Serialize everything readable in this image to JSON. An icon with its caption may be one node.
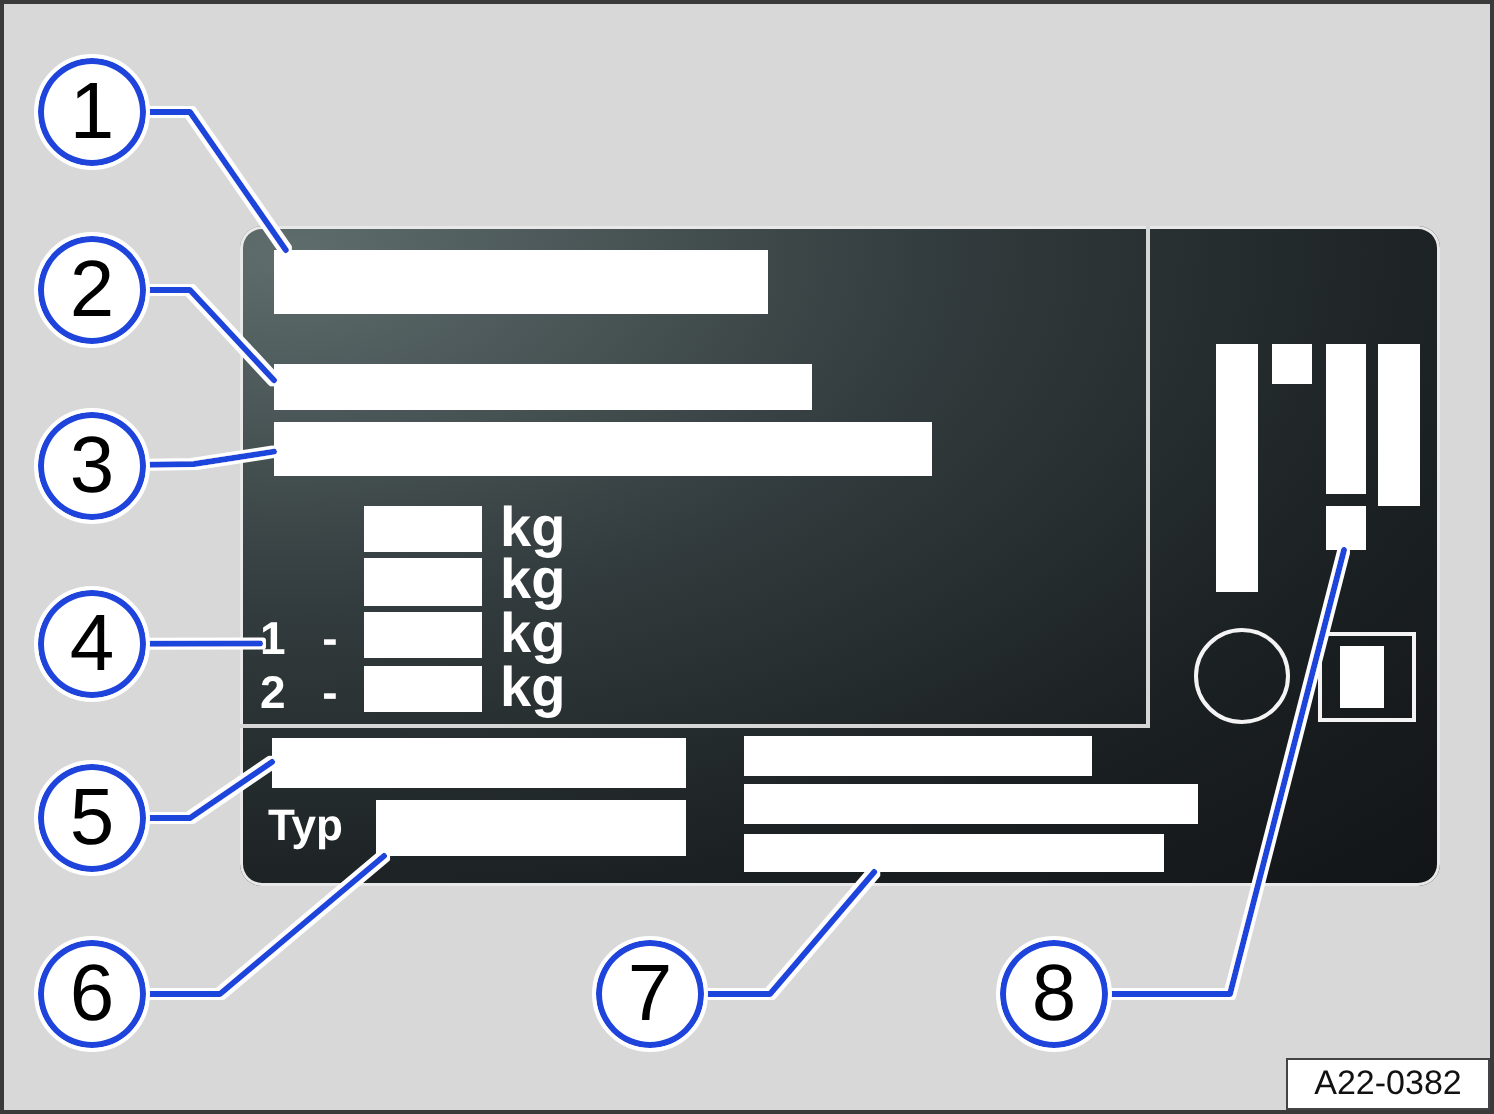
{
  "diagram": {
    "nodes": [
      {
        "text": [
          "kg",
          "kg",
          "kg",
          "2 -",
          "kg",
          "Typ"
        ]
      },
      {
        "text": [],
        "shape": "bar",
        "in": 0
      },
      {
        "text": [],
        "shape": "bar",
        "in": 0
      },
      {
        "text": [],
        "shape": "bar",
        "in": 0
      },
      {
        "text": [],
        "shape": "bar",
        "in": 0
      },
      {
        "text": [],
        "shape": "bar",
        "in": 0
      },
      {
        "text": [
          "1 -"
        ],
        "in": 0
      },
      {
        "text": [],
        "shape": "bar",
        "in": 0
      },
      {
        "text": [],
        "shape": "bar",
        "in": 0
      },
      {
        "text": [],
        "shape": "bar",
        "in": 0
      },
      {
        "text": [],
        "shape": "bar",
        "in": 0
      },
      {
        "text": [],
        "shape": "bar",
        "in": 0
      },
      {
        "text": [],
        "shape": "bar",
        "in": 0
      },
      {
        "text": [],
        "shape": "bar",
        "in": 0
      },
      {
        "text": [],
        "shape": "bar",
        "in": 0
      },
      {
        "text": [],
        "shape": "bar",
        "in": 0
      },
      {
        "text": [],
        "shape": "bar",
        "in": 0
      },
      {
        "text": [],
        "shape": "bar",
        "in": 0
      },
      {
        "text": [],
        "shape": "bar",
        "in": 0
      },
      {
        "text": [
          "1"
        ]
      },
      {
        "text": [
          "2"
        ]
      },
      {
        "text": [
          "3"
        ]
      },
      {
        "text": [
          "4"
        ]
      },
      {
        "text": [
          "5"
        ]
      },
      {
        "text": [
          "6"
        ]
      },
      {
        "text": [
          "7"
        ]
      },
      {
        "text": [
          "8"
        ]
      }
    ],
    "edges": [
      {
        "from": 19,
        "to": 1,
        "arrow": "none"
      },
      {
        "from": 20,
        "to": 2,
        "arrow": "none"
      },
      {
        "from": 21,
        "to": 3,
        "arrow": "none"
      },
      {
        "from": 22,
        "to": 6,
        "arrow": "none"
      },
      {
        "from": 23,
        "to": 9,
        "arrow": "none"
      },
      {
        "from": 24,
        "to": 10,
        "arrow": "none"
      },
      {
        "from": 25,
        "to": 13,
        "arrow": "none"
      },
      {
        "from": 26,
        "to": 18,
        "arrow": "none"
      }
    ],
    "labels": [
      "A22-0382"
    ]
  }
}
